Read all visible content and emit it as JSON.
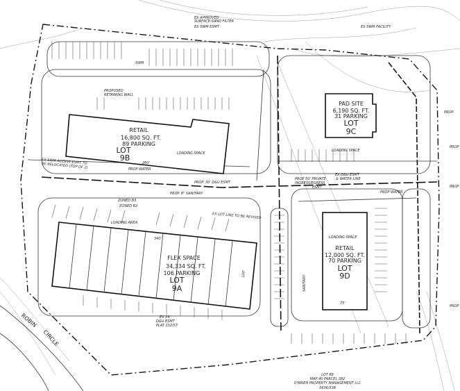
{
  "site_plan": {
    "lots": [
      {
        "use": "RETAIL",
        "area": "16,800 SQ. FT.",
        "parking": "89 PARKING",
        "lot_label": "LOT",
        "lot_number": "9B"
      },
      {
        "use": "FLEX SPACE",
        "area": "34,334 SQ. FT.",
        "parking": "106 PARKING",
        "lot_label": "LOT",
        "lot_number": "9A"
      },
      {
        "use": "PAD SITE",
        "area": "6,190 SQ. FT.",
        "parking": "31 PARKING",
        "lot_label": "LOT",
        "lot_number": "9C"
      },
      {
        "use": "RETAIL",
        "area": "12,000 SQ. FT.",
        "parking": "70 PARKING",
        "lot_label": "LOT",
        "lot_number": "9D"
      }
    ],
    "annotations": {
      "swm_facility": "EX SWM FACILITY",
      "sand_filter_1": "EX APPROVED",
      "sand_filter_2": "SURFACE-SAND FILTER",
      "swm_esmt": "EX SWM ESMT",
      "swm": "SWM",
      "retaining_wall_1": "PROPOSED",
      "retaining_wall_2": "RETAINING WALL",
      "loading_space": "LOADING SPACE",
      "swm_access_1": "EX SWM ACCESS ESMT TO",
      "swm_access_2": "BE RELOCATED (TOP OF 2)",
      "prop_water": "PROP WATER",
      "du_esmt_30": "PROP. 30' D&U ESMT",
      "zoned_b3": "ZONED B3",
      "zoned_b2": "ZONED B2",
      "sanitary_8": "PROP. 8\" SANITARY",
      "lot_line": "EX LOT LINE TO BE REVISED",
      "loading_area": "LOADING AREA",
      "du_esmt_24_1": "EX 24'",
      "du_esmt_24_2": "D&U ESMT",
      "du_esmt_24_3": "PLAT 132/57",
      "robin": "ROBIN",
      "circle": "CIRCLE",
      "ingress_1": "PROP 50' PRIVATE",
      "ingress_2": "INGRESS/EGRESS",
      "ingress_3": "ESMT",
      "du_water_1": "EX D&U ESMT",
      "du_water_2": "& WATER LINE",
      "prop": "PROP",
      "sanitary": "SANITARY",
      "dim_260": "260'",
      "dim_340": "340'",
      "dim_75": "75'",
      "dim_100": "100'"
    },
    "adjacent_parcel": {
      "line1": "LOT 88",
      "line2": "MAP 40  PARCEL 382",
      "line3": "O'BRIEN PROPERTY MANAGEMENT LLC",
      "line4": "5636/338"
    }
  }
}
